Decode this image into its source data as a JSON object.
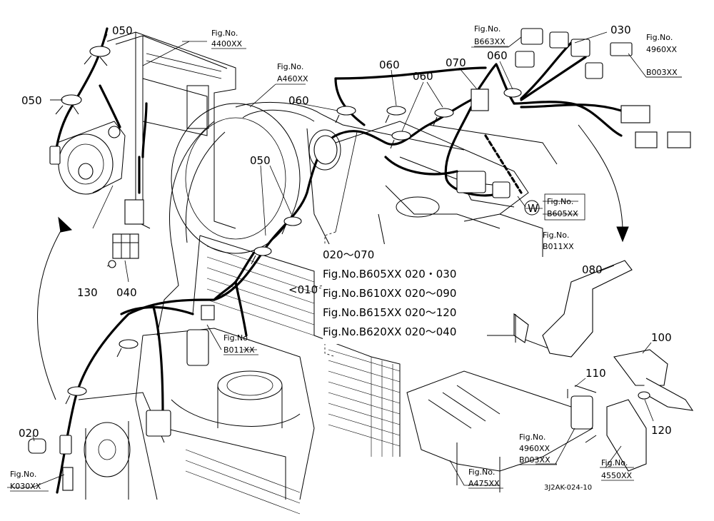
{
  "labels": {
    "l050a": "050",
    "l050b": "050",
    "l050c": "050",
    "l060a": "060",
    "l060b": "060",
    "l060c": "060",
    "l060d": "060",
    "l070": "070",
    "l030": "030",
    "l080": "080",
    "l100": "100",
    "l110": "110",
    "l120": "120",
    "l130": "130",
    "l040": "040",
    "l020": "020",
    "l010": "010"
  },
  "figrefs": {
    "f4400_t": "Fig.No.",
    "f4400_n": "4400XX",
    "fA460_t": "Fig.No.",
    "fA460_n": "A460XX",
    "fB663_t": "Fig.No.",
    "fB663_n": "B663XX",
    "f4960a_t": "Fig.No.",
    "f4960a_n": "4960XX",
    "f4960a_m": "B003XX",
    "fB605_t": "Fig.No.",
    "fB605_n": "B605XX",
    "fB011a_t": "Fig.No.",
    "fB011a_n": "B011XX",
    "fB011b_t": "Fig.No.",
    "fB011b_n": "B011XX",
    "f4960b_t": "Fig.No.",
    "f4960b_n": "4960XX",
    "f4960b_m": "B003XX",
    "fA475_t": "Fig.No.",
    "fA475_n": "A475XX",
    "f4550_t": "Fig.No.",
    "f4550_n": "4550XX",
    "fK030_t": "Fig.No.",
    "fK030_n": "K030XX",
    "w_mark": "W"
  },
  "legend": {
    "row1": "020～070",
    "row2": "Fig.No.B605XX  020・030",
    "row3": "Fig.No.B610XX  020～090",
    "row4": "Fig.No.B615XX  020～120",
    "row5": "Fig.No.B620XX  020～040"
  },
  "code": "3J2AK-024-10"
}
